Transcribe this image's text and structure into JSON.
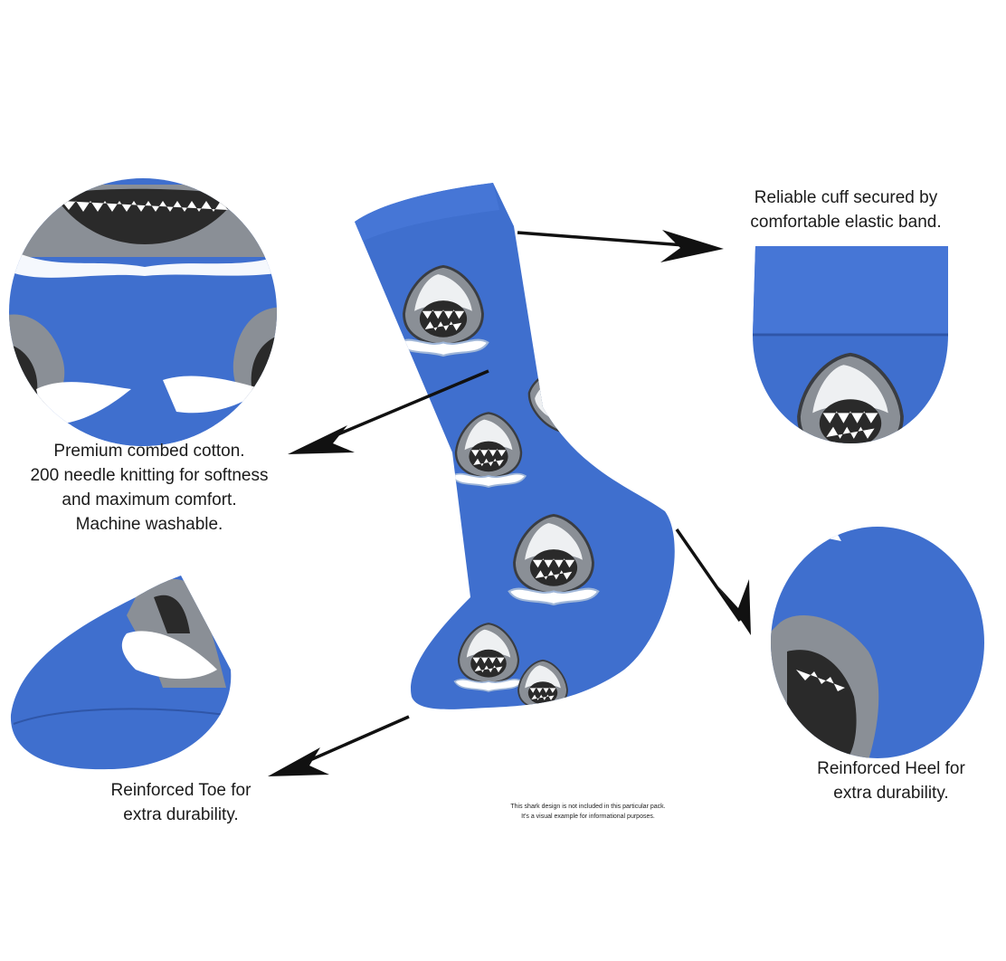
{
  "image": {
    "subject": "blue crew sock with shark print and detail close-ups",
    "colors": {
      "sock_blue": "#3f6fce",
      "sock_blue_dark": "#2f56a8",
      "shark_gray": "#8a8f96",
      "shark_white": "#f2f2f2",
      "mouth_dark": "#2a2a2a",
      "arrow": "#111111"
    }
  },
  "captions": {
    "cuff": "Reliable cuff secured by\ncomfortable elastic band.",
    "cotton": "Premium combed cotton.\n200 needle knitting for softness\nand maximum comfort.\nMachine washable.",
    "toe": "Reinforced Toe for\nextra durability.",
    "heel": "Reinforced Heel for\nextra durability."
  },
  "disclaimer": "This shark design is not included in this particular pack.\nIt's a visual example for informational purposes."
}
